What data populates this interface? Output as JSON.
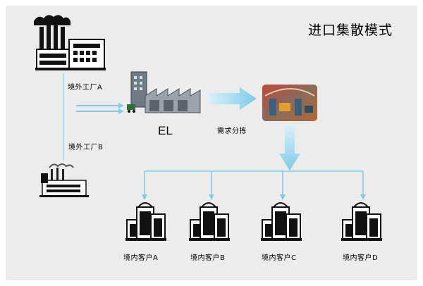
{
  "title": "进口集散模式",
  "labels": {
    "factory_a": "境外工厂A",
    "factory_b": "境外工厂B",
    "el": "EL",
    "sorting": "需求分拣",
    "customer_a": "境内客户A",
    "customer_b": "境内客户B",
    "customer_c": "境内客户C",
    "customer_d": "境内客户D"
  },
  "colors": {
    "arrow": "#9ed6ee",
    "line": "#7fcbe8",
    "panel": "#ececec"
  },
  "icons": [
    "factory-icon",
    "small-factory-icon",
    "warehouse-icon",
    "sorting-center-image",
    "building-icon"
  ]
}
